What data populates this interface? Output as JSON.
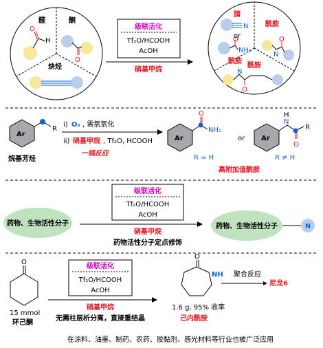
{
  "section1": {
    "label_aldehyde": "醛",
    "label_ketone": "酮",
    "label_alkyne": "炔烃",
    "atom_H": "H",
    "atom_O": "O",
    "box": {
      "title": "级联活化",
      "reagent1": "Tf₂O/HCOOH",
      "reagent2": "AcOH"
    },
    "arrow_label": "硝基甲烷",
    "products": {
      "nitrile": "腈",
      "or": "or",
      "amide1": "酰胺",
      "amide2": "酰胺",
      "amide3": "酰胺",
      "nh2": "NH₂",
      "n": "N",
      "o": "O",
      "h": "H"
    }
  },
  "section2": {
    "substrate_label": "烷基芳烃",
    "ar": "Ar",
    "r": "R",
    "step1_num": "i)",
    "step1_o2": "O₂",
    "step1_text": ", 需氧氧化",
    "step2_num": "ii)",
    "step2_red": "硝基甲烷",
    "step2_text": ", Tf₂O, HCOOH",
    "one_pot": "一锅反应",
    "product1_nh2": "NH₂",
    "product1_o": "O",
    "product1_rh": "R = H",
    "or": "or",
    "product2_n": "N",
    "product2_h": "H",
    "product2_o": "O",
    "product2_r": "R",
    "product2_rneh": "R ≠ H",
    "value_label": "高附加值酰胺"
  },
  "section3": {
    "box": {
      "title": "级联活化",
      "reagent1": "Tf₂O/HCOOH",
      "reagent2": "AcOH"
    },
    "drug_left": "药物、生物活性分子",
    "drug_right": "药物、生物活性分子",
    "n": "N",
    "red_label": "硝基甲烷",
    "subtitle": "药物活性分子定点修饰"
  },
  "section4": {
    "o": "O",
    "amount": "15 mmol",
    "name": "环己酮",
    "box": {
      "title": "级联活化",
      "reagent1": "Tf₂O/HCOOH",
      "reagent2": "AcOH"
    },
    "red_label": "硝基甲烷",
    "note": "无需柱层析分离，直接重结晶",
    "lactam_o": "O",
    "lactam_nh": "NH",
    "yield": "1.6 g, 95% 收率",
    "product_name": "己内酰胺",
    "poly": "聚合反应",
    "nylon": "尼龙6",
    "footer": "在涂料、油墨、制药、农药、胶黏剂、感光材料等行业也被广泛应用"
  }
}
